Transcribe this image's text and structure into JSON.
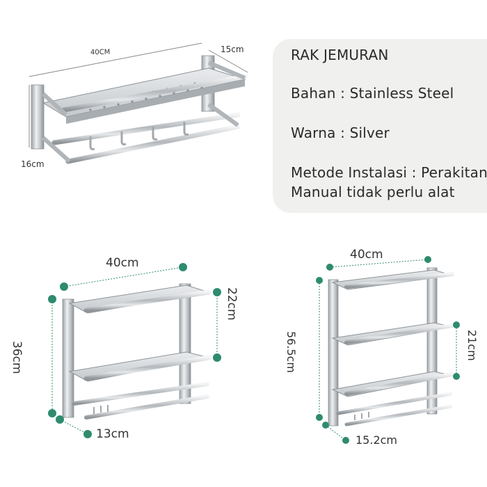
{
  "info": {
    "title": "RAK JEMURAN",
    "material": "Bahan : Stainless Steel",
    "color": "Warna : Silver",
    "install_1": "Metode Instalasi : Perakitan",
    "install_2": "Manual tidak perlu alat"
  },
  "product_top": {
    "width": "40CM",
    "depth": "15cm",
    "height": "16cm"
  },
  "product_left": {
    "width": "40cm",
    "height": "36cm",
    "shelf_gap": "22cm",
    "depth": "13cm"
  },
  "product_right": {
    "width": "40cm",
    "height": "56.5cm",
    "shelf_gap": "21cm",
    "depth": "15.2cm"
  },
  "colors": {
    "accent_dot": "#2e8b6e",
    "panel_bg": "#f0f0ef",
    "steel": "#b9bdc1"
  }
}
